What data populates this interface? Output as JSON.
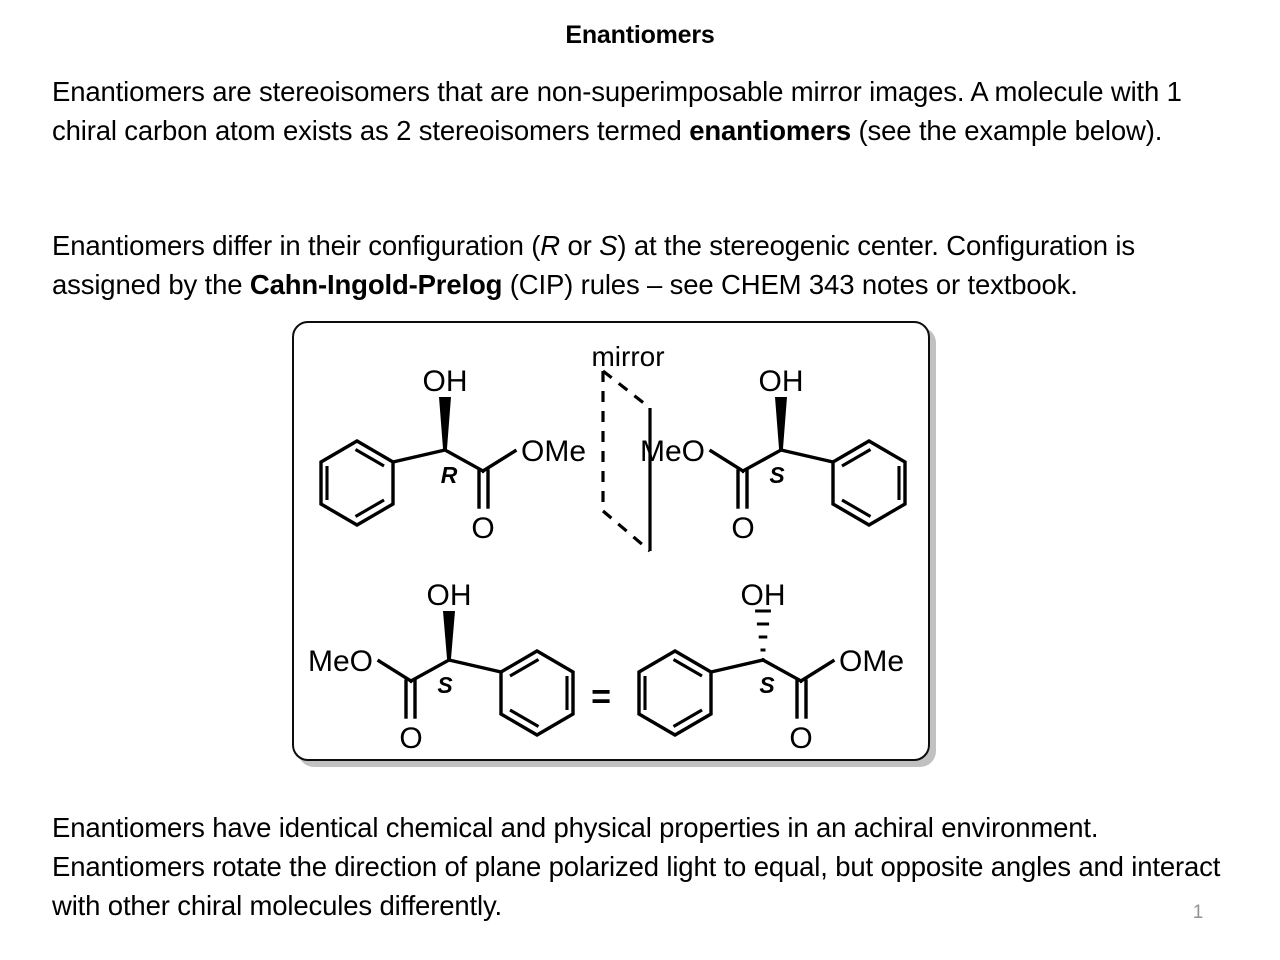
{
  "slide": {
    "title": "Enantiomers",
    "page_number": "1",
    "page_number_color": "#939393"
  },
  "paragraphs": {
    "p1": {
      "segments": [
        {
          "text": "Enantiomers are stereoisomers that are non-superimposable mirror images.  A molecule with 1 chiral carbon atom exists as 2 stereoisomers termed ",
          "style": "normal"
        },
        {
          "text": "enantiomers",
          "style": "bold"
        },
        {
          "text": " (see the example below).",
          "style": "normal"
        }
      ]
    },
    "p2": {
      "segments": [
        {
          "text": "Enantiomers differ in their configuration (",
          "style": "normal"
        },
        {
          "text": "R",
          "style": "italic"
        },
        {
          "text": " or ",
          "style": "normal"
        },
        {
          "text": "S",
          "style": "italic"
        },
        {
          "text": ") at the stereogenic center.  Configuration is assigned by the ",
          "style": "normal"
        },
        {
          "text": "Cahn-Ingold-Prelog",
          "style": "bold"
        },
        {
          "text": " (CIP) rules – see CHEM 343 notes or textbook.",
          "style": "normal"
        }
      ]
    },
    "p3": {
      "segments": [
        {
          "text": "Enantiomers have identical chemical and physical properties in an achiral environment. Enantiomers rotate the direction of plane polarized light to equal, but opposite angles and interact with other chiral molecules differently.",
          "style": "normal"
        }
      ]
    }
  },
  "figure": {
    "mirror_label": "mirror",
    "equals_sign": "=",
    "structures": [
      {
        "id": "top-left",
        "position": "top-left",
        "name": "methyl (R)-mandelate",
        "stereo_descriptor": "R",
        "hydroxyl_label": "OH",
        "ester_oxy_label": "OMe",
        "carbonyl_label": "O",
        "wedge_type": "bold-wedge",
        "aryl_side": "left"
      },
      {
        "id": "top-right",
        "position": "top-right",
        "name": "methyl (S)-mandelate",
        "stereo_descriptor": "S",
        "hydroxyl_label": "OH",
        "ester_oxy_label": "MeO",
        "carbonyl_label": "O",
        "wedge_type": "bold-wedge",
        "aryl_side": "right"
      },
      {
        "id": "bottom-left",
        "position": "bottom-left",
        "name": "methyl (S)-mandelate",
        "stereo_descriptor": "S",
        "hydroxyl_label": "OH",
        "ester_oxy_label": "MeO",
        "carbonyl_label": "O",
        "wedge_type": "bold-wedge",
        "aryl_side": "right"
      },
      {
        "id": "bottom-right",
        "position": "bottom-right",
        "name": "methyl (S)-mandelate rotated",
        "stereo_descriptor": "S",
        "hydroxyl_label": "OH",
        "ester_oxy_label": "OMe",
        "carbonyl_label": "O",
        "wedge_type": "hashed-wedge",
        "aryl_side": "left"
      }
    ]
  }
}
